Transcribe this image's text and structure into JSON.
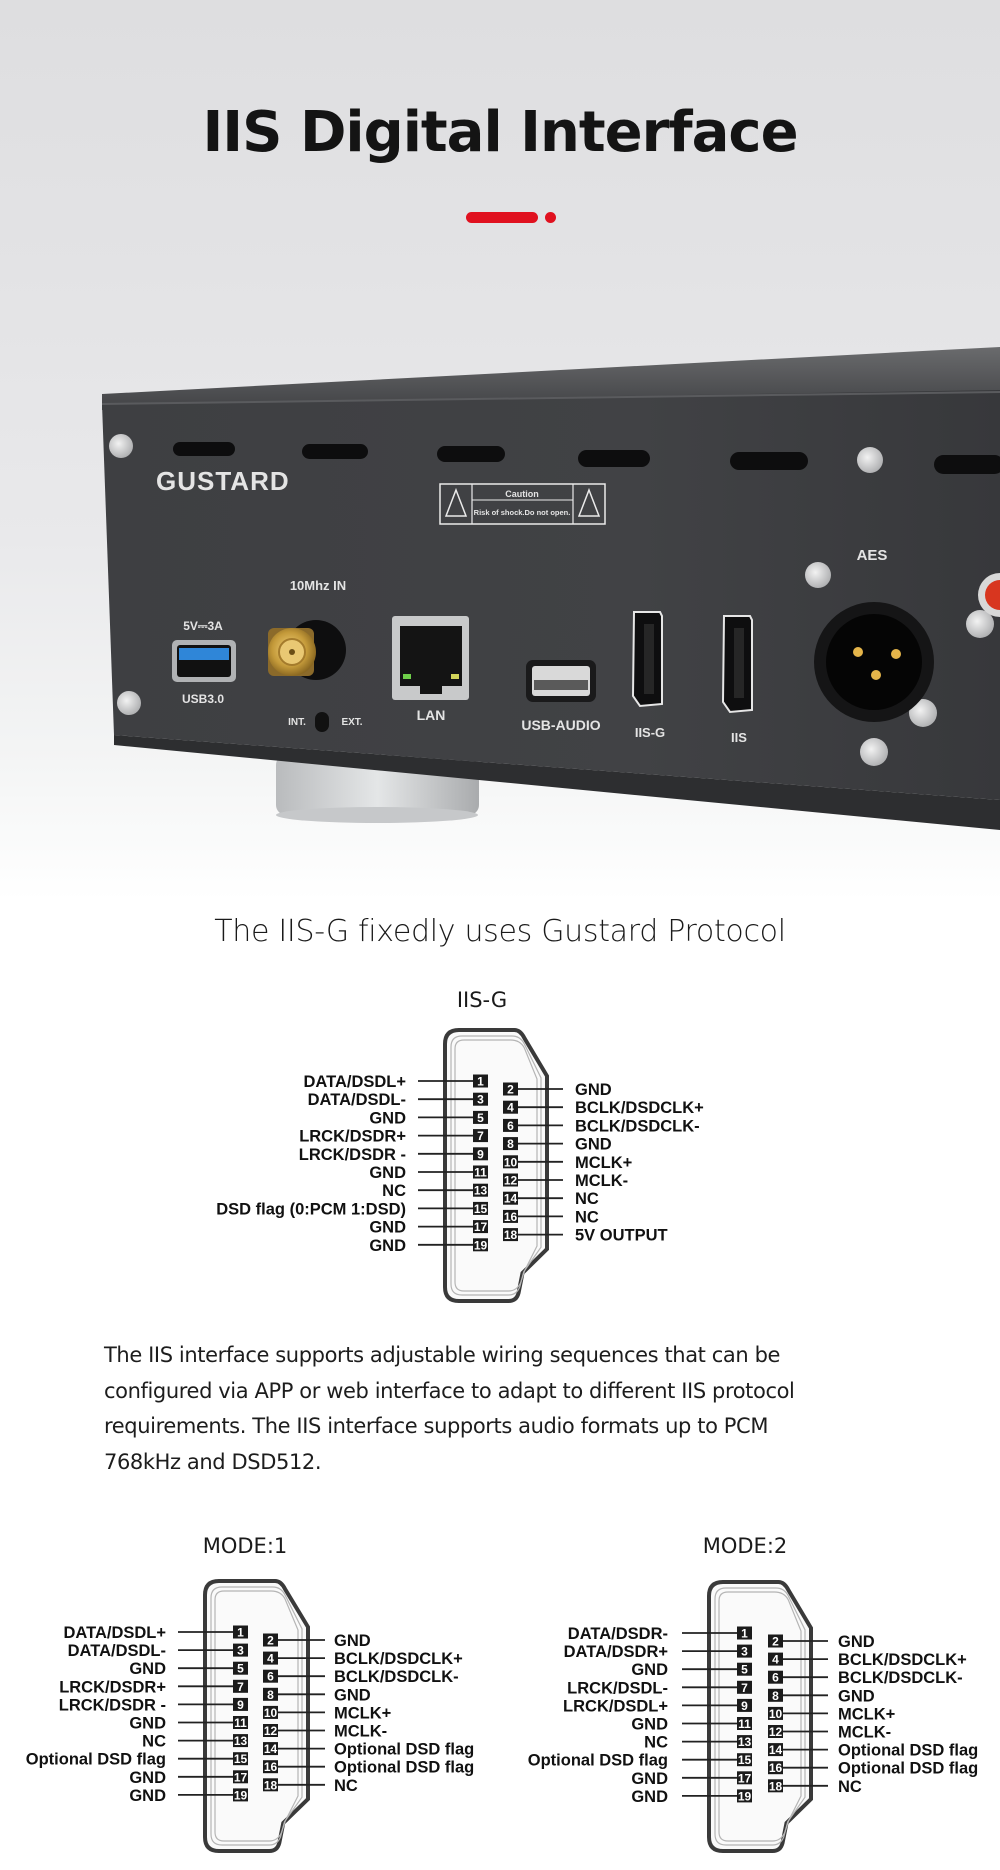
{
  "header": {
    "title": "IIS Digital Interface",
    "accent_color": "#e0111f"
  },
  "photo": {
    "brand_logo": "GUSTARD",
    "caution_label": {
      "title": "Caution",
      "text": "Risk of shock.Do not open."
    },
    "ports": [
      {
        "id": "usb3",
        "label_top": "5V⎓3A",
        "label_bottom": "USB3.0"
      },
      {
        "id": "clock",
        "label_top": "10Mhz IN",
        "switch_left": "INT.",
        "switch_right": "EXT."
      },
      {
        "id": "lan",
        "label_bottom": "LAN"
      },
      {
        "id": "usb-audio",
        "label_bottom": "USB-AUDIO"
      },
      {
        "id": "iis-g",
        "label_bottom": "IIS-G"
      },
      {
        "id": "iis",
        "label_bottom": "IIS"
      },
      {
        "id": "aes",
        "label_top": "AES"
      }
    ]
  },
  "section_iisg": {
    "heading": "The IIS-G fixedly uses Gustard Protocol",
    "connector_title": "IIS-G",
    "left_pins": [
      {
        "pin": "1",
        "signal": "DATA/DSDL+"
      },
      {
        "pin": "3",
        "signal": "DATA/DSDL-"
      },
      {
        "pin": "5",
        "signal": "GND"
      },
      {
        "pin": "7",
        "signal": "LRCK/DSDR+"
      },
      {
        "pin": "9",
        "signal": "LRCK/DSDR -"
      },
      {
        "pin": "11",
        "signal": "GND"
      },
      {
        "pin": "13",
        "signal": "NC"
      },
      {
        "pin": "15",
        "signal": "DSD flag (0:PCM 1:DSD)"
      },
      {
        "pin": "17",
        "signal": "GND"
      },
      {
        "pin": "19",
        "signal": "GND"
      }
    ],
    "right_pins": [
      {
        "pin": "2",
        "signal": "GND"
      },
      {
        "pin": "4",
        "signal": "BCLK/DSDCLK+"
      },
      {
        "pin": "6",
        "signal": "BCLK/DSDCLK-"
      },
      {
        "pin": "8",
        "signal": "GND"
      },
      {
        "pin": "10",
        "signal": "MCLK+"
      },
      {
        "pin": "12",
        "signal": "MCLK-"
      },
      {
        "pin": "14",
        "signal": "NC"
      },
      {
        "pin": "16",
        "signal": "NC"
      },
      {
        "pin": "18",
        "signal": "5V OUTPUT"
      }
    ]
  },
  "description": {
    "lines": [
      "The IIS interface supports adjustable wiring sequences that can be",
      "configured via APP or web interface to adapt to different IIS protocol",
      "requirements. The IIS interface supports audio formats up to PCM",
      "768kHz and DSD512."
    ]
  },
  "modes": [
    {
      "title": "MODE:1",
      "left_pins": [
        {
          "pin": "1",
          "signal": "DATA/DSDL+"
        },
        {
          "pin": "3",
          "signal": "DATA/DSDL-"
        },
        {
          "pin": "5",
          "signal": "GND"
        },
        {
          "pin": "7",
          "signal": "LRCK/DSDR+"
        },
        {
          "pin": "9",
          "signal": "LRCK/DSDR -"
        },
        {
          "pin": "11",
          "signal": "GND"
        },
        {
          "pin": "13",
          "signal": "NC"
        },
        {
          "pin": "15",
          "signal": "Optional DSD flag"
        },
        {
          "pin": "17",
          "signal": "GND"
        },
        {
          "pin": "19",
          "signal": "GND"
        }
      ],
      "right_pins": [
        {
          "pin": "2",
          "signal": "GND"
        },
        {
          "pin": "4",
          "signal": "BCLK/DSDCLK+"
        },
        {
          "pin": "6",
          "signal": "BCLK/DSDCLK-"
        },
        {
          "pin": "8",
          "signal": "GND"
        },
        {
          "pin": "10",
          "signal": "MCLK+"
        },
        {
          "pin": "12",
          "signal": "MCLK-"
        },
        {
          "pin": "14",
          "signal": "Optional DSD flag"
        },
        {
          "pin": "16",
          "signal": "Optional DSD flag"
        },
        {
          "pin": "18",
          "signal": "NC"
        }
      ]
    },
    {
      "title": "MODE:2",
      "left_pins": [
        {
          "pin": "1",
          "signal": "DATA/DSDR-"
        },
        {
          "pin": "3",
          "signal": "DATA/DSDR+"
        },
        {
          "pin": "5",
          "signal": "GND"
        },
        {
          "pin": "7",
          "signal": "LRCK/DSDL-"
        },
        {
          "pin": "9",
          "signal": "LRCK/DSDL+"
        },
        {
          "pin": "11",
          "signal": "GND"
        },
        {
          "pin": "13",
          "signal": "NC"
        },
        {
          "pin": "15",
          "signal": "Optional DSD flag"
        },
        {
          "pin": "17",
          "signal": "GND"
        },
        {
          "pin": "19",
          "signal": "GND"
        }
      ],
      "right_pins": [
        {
          "pin": "2",
          "signal": "GND"
        },
        {
          "pin": "4",
          "signal": "BCLK/DSDCLK+"
        },
        {
          "pin": "6",
          "signal": "BCLK/DSDCLK-"
        },
        {
          "pin": "8",
          "signal": "GND"
        },
        {
          "pin": "10",
          "signal": "MCLK+"
        },
        {
          "pin": "12",
          "signal": "MCLK-"
        },
        {
          "pin": "14",
          "signal": "Optional DSD flag"
        },
        {
          "pin": "16",
          "signal": "Optional DSD flag"
        },
        {
          "pin": "18",
          "signal": "NC"
        }
      ]
    }
  ]
}
